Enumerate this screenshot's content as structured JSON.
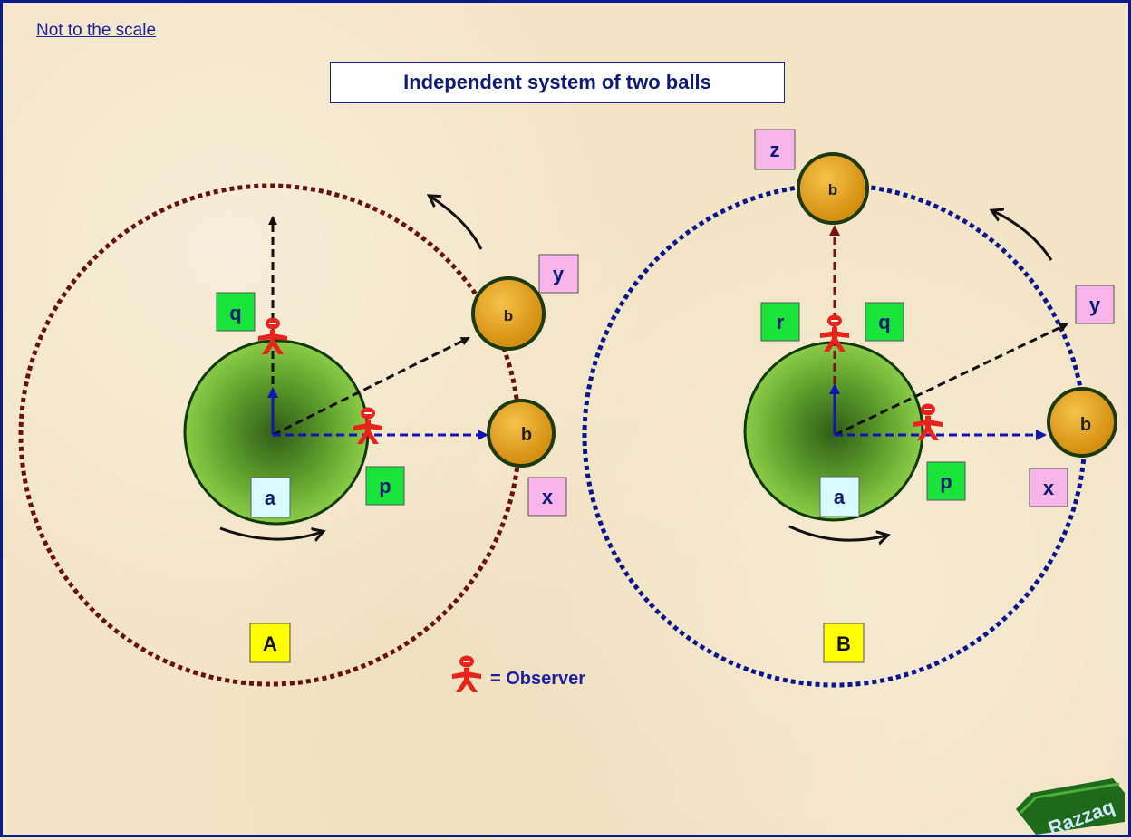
{
  "note": "Not to the scale",
  "title": "Independent system of two balls",
  "legend_text": "= Observer",
  "colors": {
    "system_A_orbit": "#6a1010",
    "system_B_orbit": "#0a1590",
    "title_text": "#0d1a78",
    "label_green": "#18e43a",
    "label_pink": "#f7b5e9",
    "label_yellow": "#ffff00",
    "label_cyan": "#d8fbff",
    "observer": "#e8231b"
  },
  "systems": [
    {
      "name": "A",
      "body_label": "a",
      "ball_label": "b",
      "labels": {
        "q": "q",
        "p": "p",
        "y": "y",
        "x": "x"
      }
    },
    {
      "name": "B",
      "body_label": "a",
      "ball_label": "b",
      "labels": {
        "z": "z",
        "r": "r",
        "q": "q",
        "p": "p",
        "y": "y",
        "x": "x"
      }
    }
  ],
  "watermark": "Razzaq"
}
